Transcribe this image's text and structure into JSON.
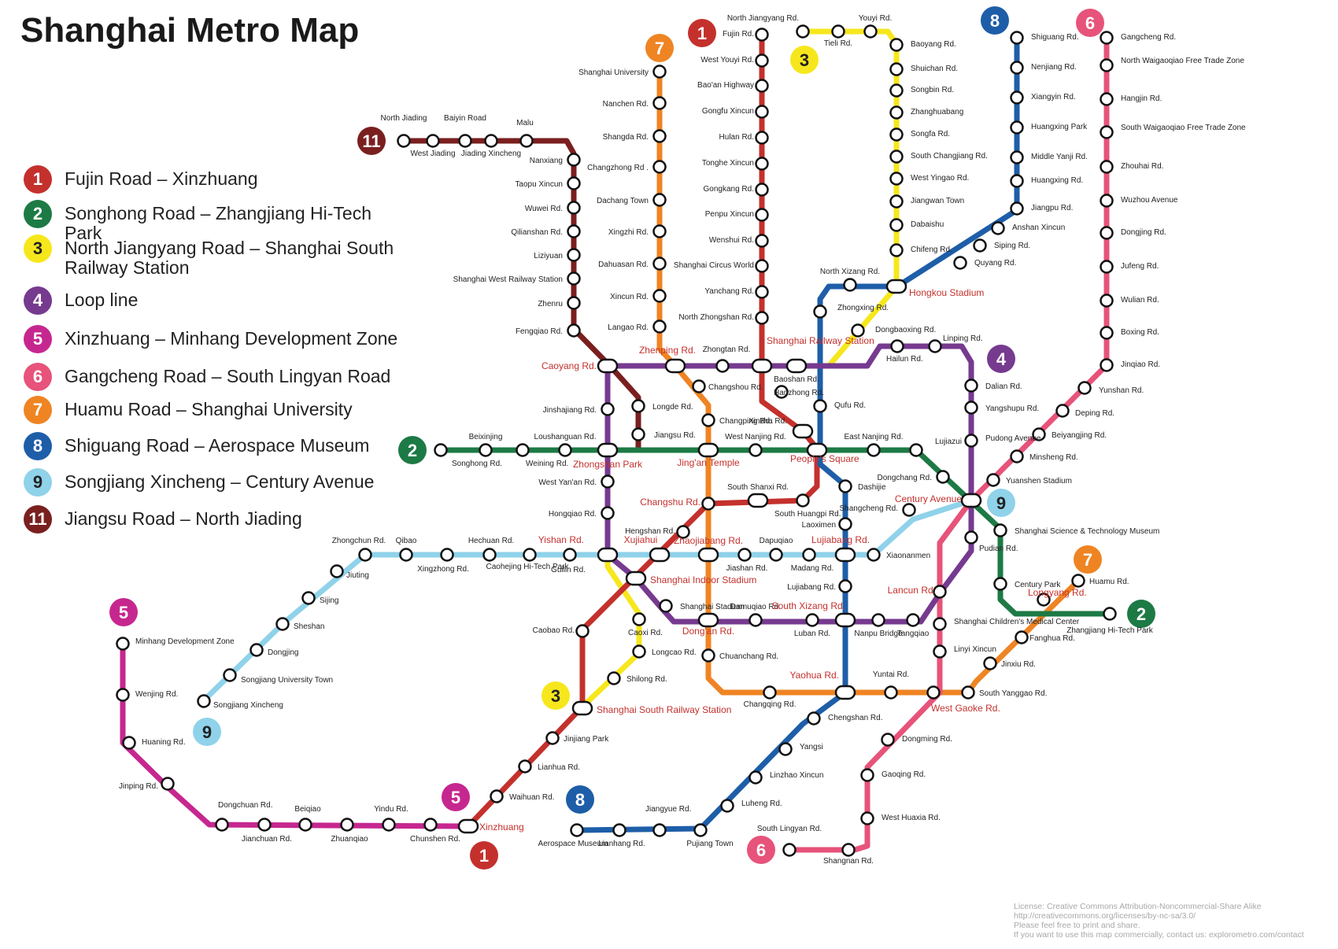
{
  "title": "Shanghai Metro Map",
  "legend": [
    {
      "number": "1",
      "color": "#c4312d",
      "text_color": "#ffffff",
      "label": "Fujin Road – Xinzhuang"
    },
    {
      "number": "2",
      "color": "#1d7a45",
      "text_color": "#ffffff",
      "label": "Songhong Road – Zhangjiang Hi-Tech Park"
    },
    {
      "number": "3",
      "color": "#f6e71d",
      "text_color": "#222222",
      "label": "North Jiangyang Road – Shanghai South Railway Station"
    },
    {
      "number": "4",
      "color": "#763a8f",
      "text_color": "#ffffff",
      "label": "Loop line"
    },
    {
      "number": "5",
      "color": "#c6278f",
      "text_color": "#ffffff",
      "label": "Xinzhuang – Minhang Development Zone"
    },
    {
      "number": "6",
      "color": "#e7537a",
      "text_color": "#ffffff",
      "label": "Gangcheng Road – South Lingyan Road"
    },
    {
      "number": "7",
      "color": "#ef8423",
      "text_color": "#ffffff",
      "label": "Huamu Road – Shanghai University"
    },
    {
      "number": "8",
      "color": "#1e5ea8",
      "text_color": "#ffffff",
      "label": "Shiguang Road – Aerospace Museum"
    },
    {
      "number": "9",
      "color": "#8fd2ea",
      "text_color": "#222222",
      "label": "Songjiang Xincheng – Century Avenue"
    },
    {
      "number": "11",
      "color": "#7a1f1f",
      "text_color": "#ffffff",
      "label": "Jiangsu Road – North Jiading"
    }
  ],
  "stations": {
    "gangcheng": "Gangcheng Rd.",
    "waigaoqiao_n": "North Waigaoqiao Free Trade Zone",
    "hangjin": "Hangjin Rd.",
    "waigaoqiao_s": "South Waigaoqiao Free Trade Zone",
    "zhouhai": "Zhouhai Rd.",
    "wuzhou": "Wuzhou Avenue",
    "dongjing": "Dongjing Rd.",
    "jufeng": "Jufeng Rd.",
    "wulian": "Wulian Rd.",
    "boxing": "Boxing Rd.",
    "jinqiao": "Jinqiao Rd.",
    "yunshan": "Yunshan Rd.",
    "deping": "Deping Rd.",
    "beiyangjing": "Beiyangjing Rd.",
    "minsheng": "Minsheng Rd.",
    "yuanshen": "Yuanshen Stadium",
    "century_ave": "Century Avenue",
    "pudian": "Pudian Rd.",
    "lancun": "Lancun Rd.",
    "children": "Shanghai Children's Medical Center",
    "linyi": "Linyi Xincun",
    "west_gaoke": "West Gaoke Rd.",
    "dongming": "Dongming Rd.",
    "gaoqing": "Gaoqing Rd.",
    "west_huaxia": "West Huaxia Rd.",
    "shangnan": "Shangnan Rd.",
    "south_lingyan": "South Lingyan Rd.",
    "shiguang": "Shiguang Rd.",
    "nenjiang": "Nenjiang Rd.",
    "xiangyin": "Xiangyin Rd.",
    "huangxing_park": "Huangxing Park",
    "middle_yanji": "Middle Yanji Rd.",
    "huangxing": "Huangxing Rd.",
    "jiangpu": "Jiangpu Rd.",
    "anshan": "Anshan Xincun",
    "siping": "Siping Rd.",
    "quyang": "Quyang Rd.",
    "hongkou": "Hongkou Stadium",
    "north_xizang": "North Xizang Rd.",
    "zhongxing": "Zhongxing Rd.",
    "qufu": "Qufu Rd.",
    "peoples_square": "People's Square",
    "dashijie": "Dashijie",
    "laoximen": "Laoximen",
    "lujiabang": "Lujiabang Rd.",
    "south_xizang": "South Xizang Rd.",
    "yaohua": "Yaohua Rd.",
    "chengshan": "Chengshan Rd.",
    "yangsi": "Yangsi",
    "linzhao": "Linzhao Xincun",
    "luheng": "Luheng Rd.",
    "pujiang_town": "Pujiang Town",
    "jiangyue": "Jiangyue Rd.",
    "lianhang": "Lianhang Rd.",
    "aerospace": "Aerospace Museum",
    "fujin": "Fujin Rd.",
    "west_youyi": "West Youyi Rd.",
    "baoan": "Bao'an Highway",
    "gongfu": "Gongfu Xincun",
    "hulan": "Hulan Rd.",
    "tonghe": "Tonghe Xincun",
    "gongkang": "Gongkang Rd.",
    "pengpu": "Penpu Xincun",
    "wenshui": "Wenshui Rd.",
    "circus": "Shanghai Circus World",
    "yanchang": "Yanchang Rd.",
    "north_zhongshan": "North Zhongshan Rd.",
    "railway": "Shanghai Railway Station",
    "hanzhong": "Hanzhong Rd.",
    "xinzha": "Xinzha Rd.",
    "south_huangpi": "South Huangpi Rd.",
    "south_shanxi": "South Shanxi Rd.",
    "changshu": "Changshu Rd.",
    "hengshan": "Hengshan Rd.",
    "xujiahui": "Xujiahui",
    "indoor_stadium": "Shanghai Indoor Stadium",
    "caobao": "Caobao Rd.",
    "south_railway": "Shanghai South Railway Station",
    "jinjiang_park": "Jinjiang Park",
    "lianhua": "Lianhua Rd.",
    "waihuan": "Waihuan Rd.",
    "xinzhuang": "Xinzhuang",
    "north_jiangyang": "North Jiangyang Rd.",
    "tieli": "Tieli Rd.",
    "youyi": "Youyi Rd.",
    "baoyang": "Baoyang Rd.",
    "shuichan": "Shuichan Rd.",
    "songbin": "Songbin Rd.",
    "zhanghuabang": "Zhanghuabang",
    "songfa": "Songfa Rd.",
    "south_changjiang": "South Changjiang Rd.",
    "west_yingao": "West Yingao Rd.",
    "jiangwan": "Jiangwan Town",
    "dabaishu": "Dabaishu",
    "chifeng": "Chifeng Rd.",
    "dongbaoxing": "Dongbaoxing Rd.",
    "baoshan": "Baoshan Rd.",
    "zhongtan": "Zhongtan Rd.",
    "zhenping": "Zhenping Rd.",
    "caoyang": "Caoyang Rd.",
    "jinshajiang": "Jinshajiang Rd.",
    "zhongshan_park": "Zhongshan Park",
    "west_yanan": "West Yan'an Rd.",
    "hongqiao": "Hongqiao Rd.",
    "yishan": "Yishan Rd.",
    "caoxi": "Caoxi Rd.",
    "longcao": "Longcao Rd.",
    "shilong": "Shilong Rd.",
    "hailun": "Hailun Rd.",
    "linping": "Linping Rd.",
    "dalian": "Dalian Rd.",
    "yangshupu": "Yangshupu Rd.",
    "pudong_ave": "Pudong Avenue",
    "shanghai_stadium": "Shanghai Stadium",
    "damuqiao": "Damuqiao Rd.",
    "luban": "Luban Rd.",
    "nanpu": "Nanpu Bridge",
    "tangqiao": "Tangqiao",
    "dongan": "Dong'an Rd.",
    "songhong": "Songhong Rd.",
    "beixinjing": "Beixinjing",
    "weining": "Weining Rd.",
    "loushanguan": "Loushanguan Rd.",
    "jiangsu": "Jiangsu Rd.",
    "jingan": "Jing'an Temple",
    "west_nanjing": "West Nanjing Rd.",
    "east_nanjing": "East Nanjing Rd.",
    "lujiazui": "Lujiazui",
    "dongchang": "Dongchang Rd.",
    "science_museum": "Shanghai Science & Technology Museum",
    "century_park": "Century Park",
    "longyang": "Longyang Rd.",
    "zhangjiang": "Zhangjiang Hi-Tech Park",
    "shanghai_univ": "Shanghai University",
    "nanchen": "Nanchen Rd.",
    "shangda": "Shangda Rd.",
    "changzhong": "Changzhong Rd .",
    "dachang": "Dachang Town",
    "xingzhi": "Xingzhi Rd.",
    "dahuasan": "Dahuasan Rd.",
    "xincun": "Xincun Rd.",
    "langao": "Langao Rd.",
    "changshou": "Changshou Rd.",
    "changping": "Changping Rd.",
    "zhaojiabang": "Zhaojiabang Rd.",
    "chuanchang": "Chuanchang Rd.",
    "changqing": "Changqing Rd.",
    "yuntai": "Yuntai Rd.",
    "south_yanggao": "South Yanggao Rd.",
    "jinxiu": "Jinxiu Rd.",
    "fanghua": "Fanghua Rd.",
    "huamu": "Huamu Rd.",
    "songjiang_xc": "Songjiang Xincheng",
    "songjiang_univ": "Songjiang University Town",
    "dongjing9": "Dongjing",
    "sheshan": "Sheshan",
    "sijing": "Sijing",
    "jiuting": "Jiuting",
    "zhongchun": "Zhongchun Rd.",
    "qibao": "Qibao",
    "xingzhong": "Xingzhong Rd.",
    "hechuan": "Hechuan Rd.",
    "caohejing": "Caohejing Hi-Tech Park",
    "guilin": "Guilin Rd.",
    "jiashan": "Jiashan Rd.",
    "dapuqiao": "Dapuqiao",
    "madang": "Madang Rd.",
    "xiaonanmen": "Xiaonanmen",
    "shangcheng": "Shangcheng Rd.",
    "minhang_dev": "Minhang Development Zone",
    "wenjing": "Wenjing Rd.",
    "huaning": "Huaning Rd.",
    "jinping": "Jinping Rd.",
    "dongchuan": "Dongchuan Rd.",
    "jianchuan": "Jianchuan Rd.",
    "beiqiao": "Beiqiao",
    "zhuanqiao": "Zhuanqiao",
    "yindu": "Yindu Rd.",
    "chunshen": "Chunshen Rd.",
    "north_jiading": "North Jiading",
    "west_jiading": "West Jiading",
    "baiyin": "Baiyin Road",
    "jiading_xc": "Jiading Xincheng",
    "malu": "Malu",
    "nanxiang": "Nanxiang",
    "taopu": "Taopu Xincun",
    "wuwei": "Wuwei Rd.",
    "qilianshan": "Qilianshan Rd.",
    "liziyuan": "Liziyuan",
    "west_railway": "Shanghai West Railway Station",
    "zhenru": "Zhenru",
    "fengqiao": "Fengqiao Rd.",
    "longde": "Longde Rd."
  },
  "license": {
    "line1": "License: Creative Commons Attribution-Noncommercial-Share Alike",
    "line2": "http://creativecommons.org/licenses/by-nc-sa/3.0/",
    "line3": "Please feel free to print and share.",
    "line4": "If you want to use this map commercially, contact us: explorometro.com/contact"
  }
}
